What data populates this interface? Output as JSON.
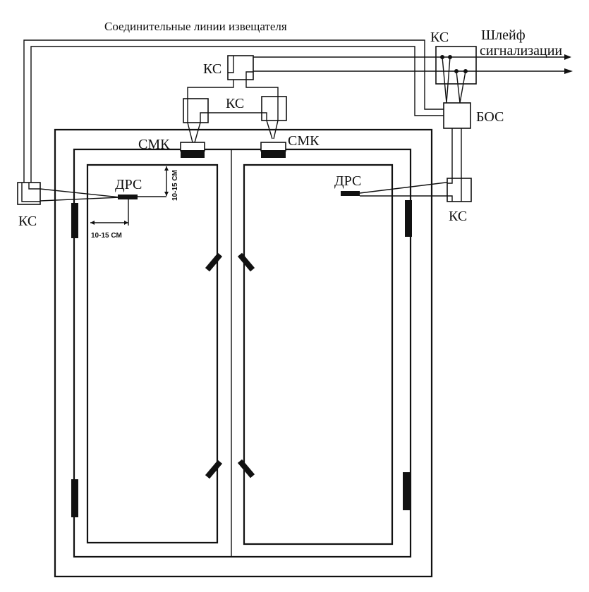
{
  "title": "Соединительные линии извещателя",
  "labels": {
    "ks_top": "КС",
    "ks_middle": "КС",
    "ks_right_top": "КС",
    "ks_left": "КС",
    "ks_right": "КС",
    "smk_left": "СМК",
    "smk_right": "СМК",
    "drs_left": "ДРС",
    "drs_right": "ДРС",
    "bos": "БОС",
    "loop_line1": "Шлейф",
    "loop_line2": "сигнализации"
  },
  "dimensions": {
    "horizontal": "10-15 СМ",
    "vertical": "10-15 СМ"
  },
  "colors": {
    "line": "#111111",
    "background": "#ffffff"
  }
}
